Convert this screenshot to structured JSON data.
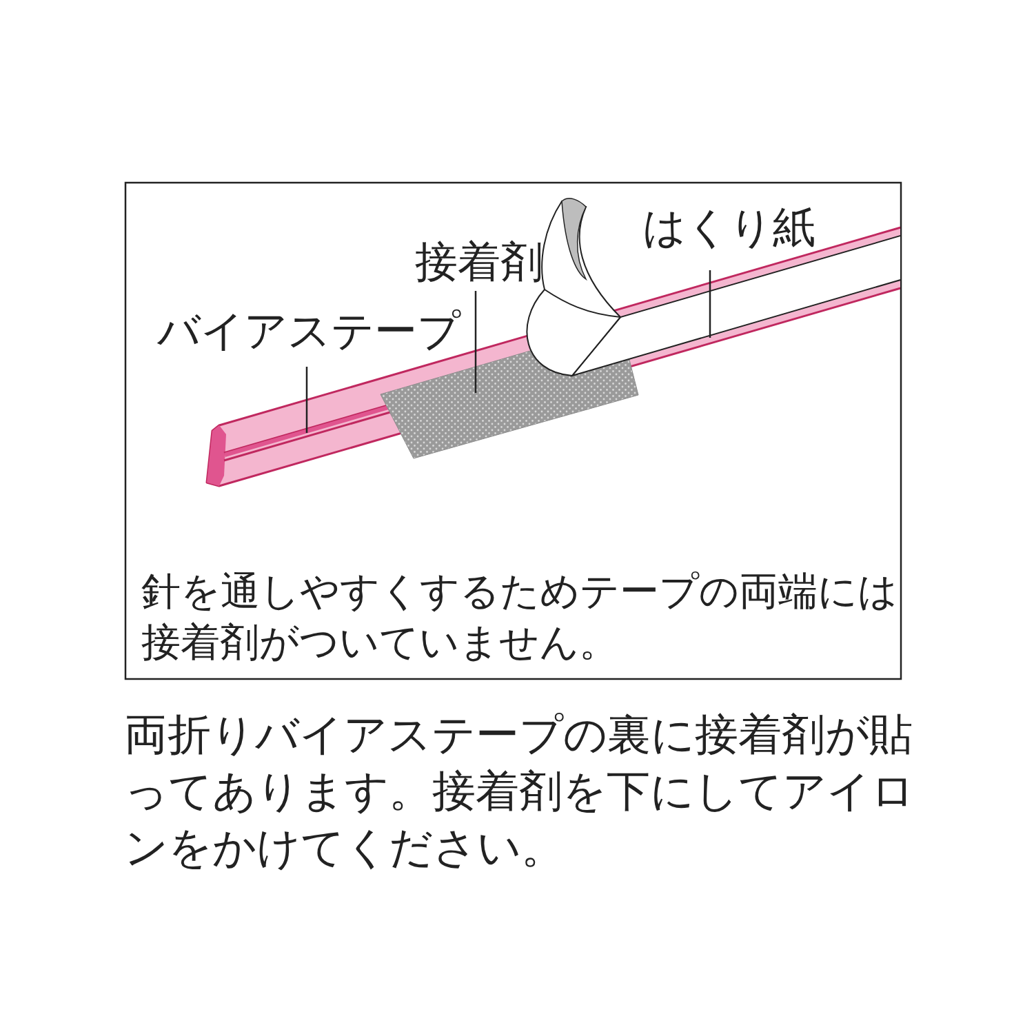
{
  "diagram": {
    "caption": "両折りバイアステープの裏に接着剤が貼ってあります。接着剤を下にしてアイロンをかけてください。",
    "labels": [
      "はくり紙",
      "接着剤",
      "バイアステープ",
      "針を通しやすくするためテープの両端には接着剤がついていません。"
    ]
  }
}
